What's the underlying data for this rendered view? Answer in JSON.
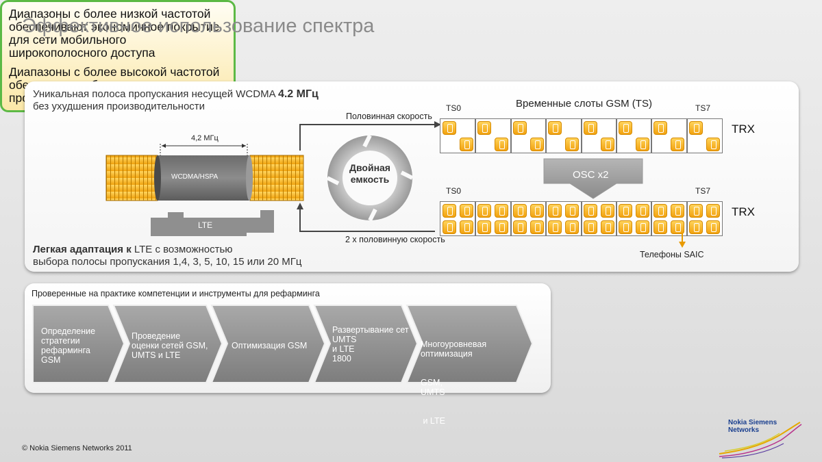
{
  "slide": {
    "title": "Эффективное использование спектра",
    "copyright": "© Nokia Siemens Networks 2011",
    "logo": {
      "line1": "Nokia Siemens",
      "line2": "Networks"
    }
  },
  "top_panel": {
    "heading_line1_pre": "Уникальная полоса пропускания несущей WCDMA ",
    "heading_line1_bold": "4.2 МГц",
    "heading_line2": "без ухудшения производительности",
    "band_width_label": "4,2 МГц",
    "wcdma_label": "WCDMA/HSPA",
    "lte_label": "LTE",
    "bottom_line1_bold": "Легкая адаптация к ",
    "bottom_line1_rest": "LTE с возможностью",
    "bottom_line2": "выбора полосы пропускания 1,4, 3, 5, 10, 15 или 20 МГц",
    "half_rate_label": "Половинная скорость",
    "double_half_rate_label": "2 x половинную скорость",
    "cycle_label_line1": "Двойная",
    "cycle_label_line2": "емкость",
    "gsm_slots_title": "Временные слоты GSM (TS)",
    "ts0_label": "TS0",
    "ts7_label": "TS7",
    "trx_label": "TRX",
    "osc_label": "OSC x2",
    "saic_label": "Телефоны SAIC"
  },
  "bottom_panel": {
    "heading": "Проверенные на практике компетенции и инструменты для рефарминга",
    "steps": [
      {
        "lines": [
          "Определение",
          "стратегии",
          "рефарминга",
          "GSM"
        ]
      },
      {
        "lines": [
          "Проведение",
          "оценки сетей GSM,",
          "UMTS и LTE"
        ]
      },
      {
        "lines": [
          "Оптимизация GSM"
        ]
      },
      {
        "lines": [
          "Развертывание сет",
          "UMTS",
          "и LTE",
          "1800"
        ]
      },
      {
        "lines": [
          "Многоуровневая",
          "оптимизация",
          "GSM,",
          "UMTS",
          " и LTE"
        ]
      }
    ]
  },
  "note": {
    "p1": "Диапазоны с более низкой частотой обеспечивают экономичное покрытие для сети мобильного широкополосного доступа",
    "p2": "Диапазоны с более высокой частотой обеспечивают более высокую пропускную способность"
  }
}
